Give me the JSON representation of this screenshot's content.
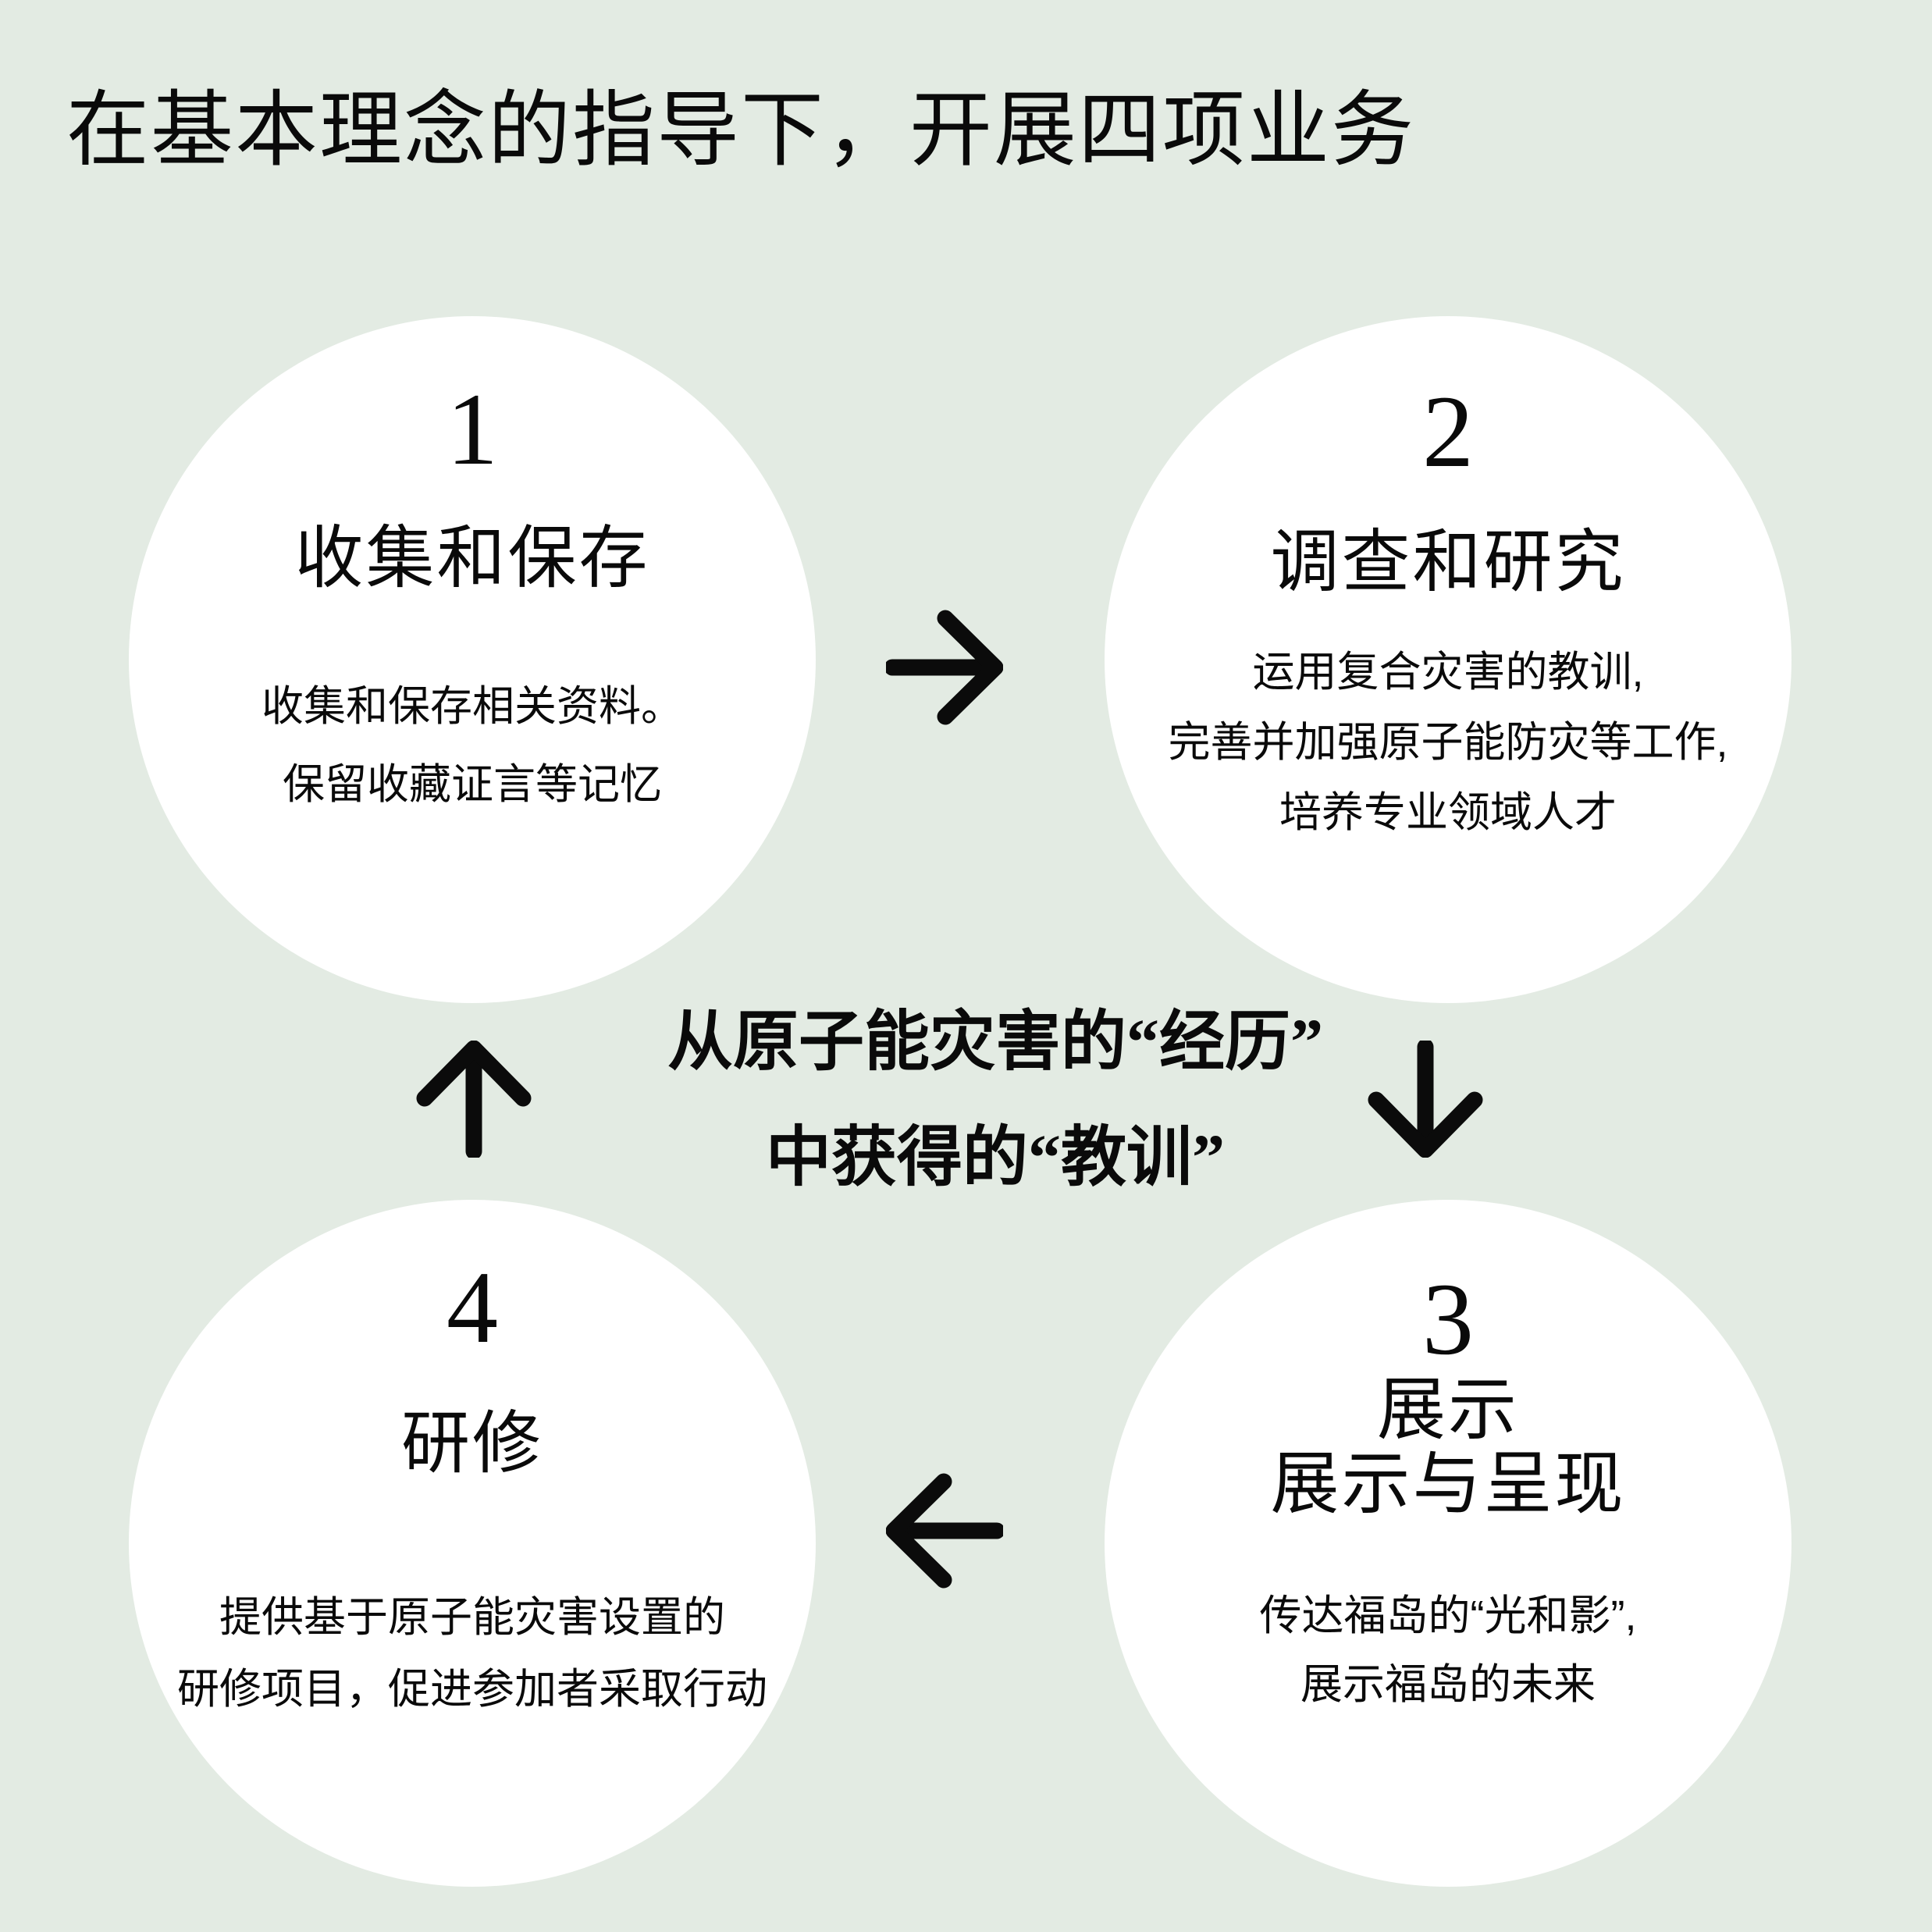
{
  "title": "在基本理念的指导下，开展四项业务",
  "center_note": {
    "line1": "从原子能灾害的“经历”",
    "line2": "中获得的“教训”"
  },
  "circles": [
    {
      "number": "1",
      "title_lines": [
        "收集和保存"
      ],
      "desc_lines": [
        "收集和保存相关资料。",
        "保留收藏证言等记忆"
      ]
    },
    {
      "number": "2",
      "title_lines": [
        "调查和研究"
      ],
      "desc_lines": [
        "运用复合灾害的教训,",
        "完善并加强原子能防灾等工作,",
        "培养专业领域人才"
      ]
    },
    {
      "number": "3",
      "title_lines": [
        "展示",
        "展示与呈现"
      ],
      "desc_lines": [
        "传达福岛的“光和影”,",
        "展示福岛的未来"
      ]
    },
    {
      "number": "4",
      "title_lines": [
        "研修"
      ],
      "desc_lines": [
        "提供基于原子能灾害设置的",
        "研修项目，促进参加者采取行动"
      ]
    }
  ],
  "arrows": [
    {
      "direction": "right",
      "from": "1",
      "to": "2"
    },
    {
      "direction": "down",
      "from": "2",
      "to": "3"
    },
    {
      "direction": "left",
      "from": "3",
      "to": "4"
    },
    {
      "direction": "up",
      "from": "4",
      "to": "1"
    }
  ],
  "colors": {
    "background": "#e3ebe3",
    "circle_fill": "#ffffff",
    "text": "#0a0a0a"
  }
}
